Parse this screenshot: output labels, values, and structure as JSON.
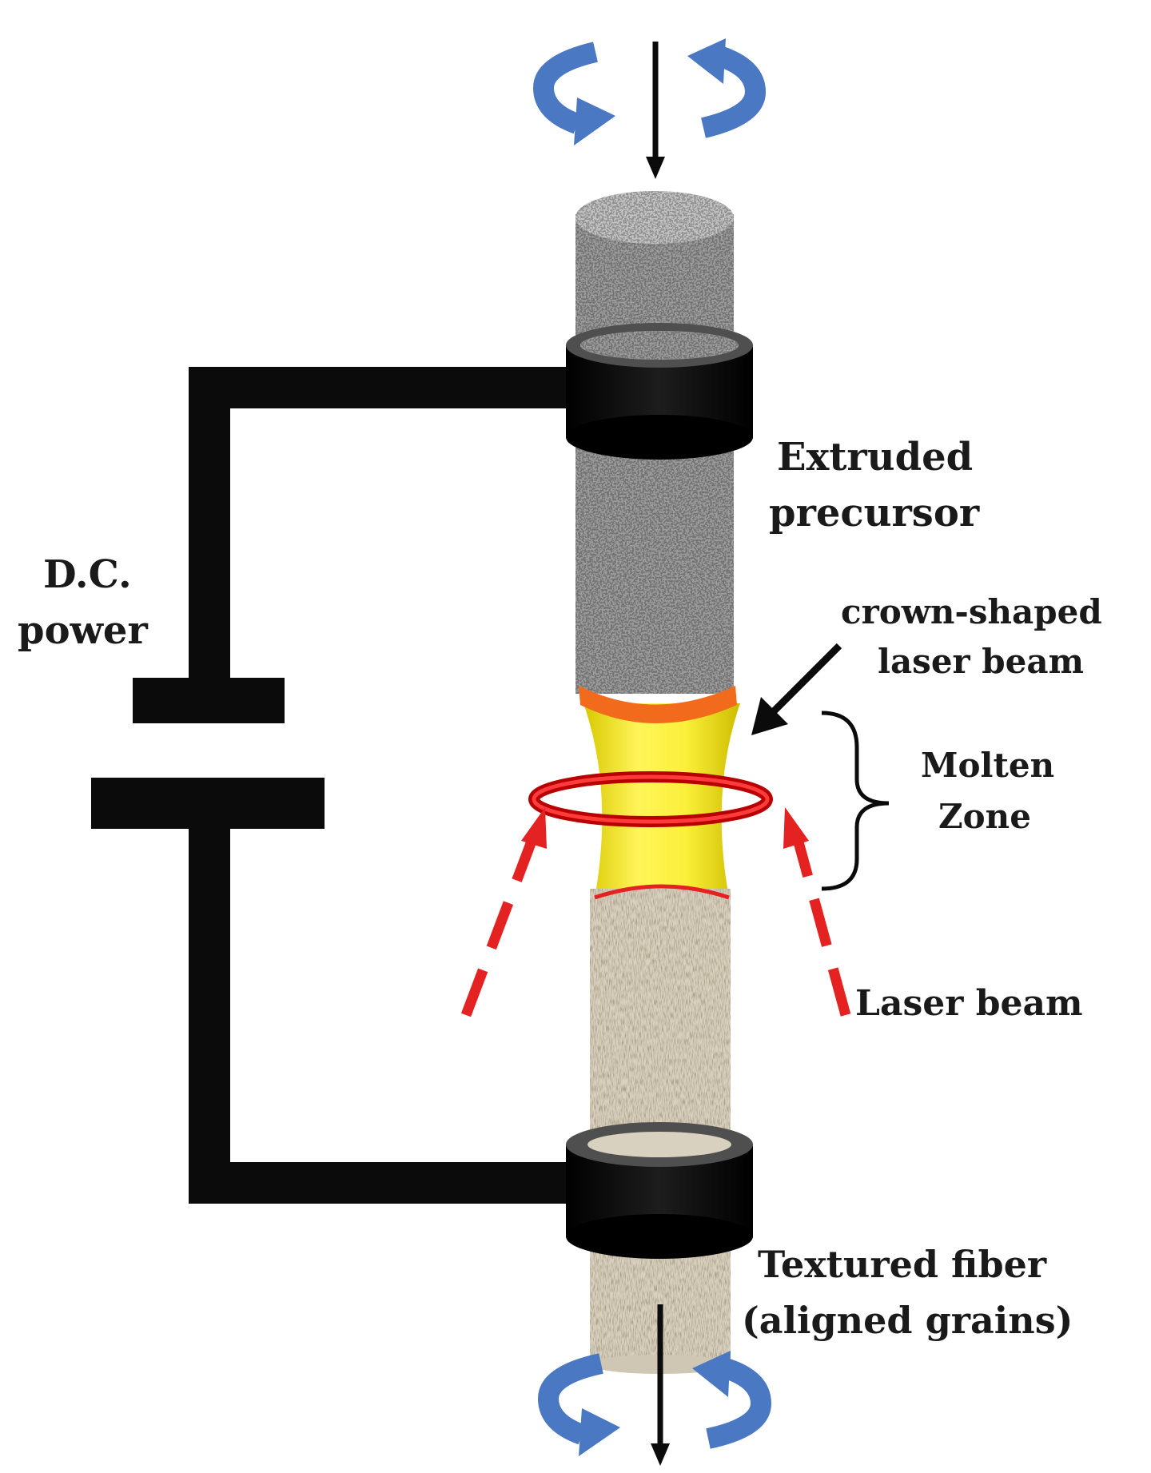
{
  "labels": {
    "extruded_line1": "Extruded",
    "extruded_line2": "precursor",
    "dc_line1": "D.C.",
    "dc_line2": "power",
    "crown_line1": "crown-shaped",
    "crown_line2": "laser beam",
    "molten_line1": "Molten",
    "molten_line2": "Zone",
    "laser_beam": "Laser beam",
    "textured_line1": "Textured fiber",
    "textured_line2": "(aligned grains)"
  },
  "colors": {
    "rotation_arrow": "#4a78c2",
    "wire": "#0b0b0b",
    "clamp": "#111111",
    "clamp_rim": "#555555",
    "precursor": "#9c9c9c",
    "molten_zone": "#f5ec1a",
    "interface_top": "#f26b1d",
    "laser": "#e52222",
    "textured_fiber": "#d9d1bf"
  },
  "icons": {
    "top_rotation": "rotation-arrows-icon",
    "bottom_rotation": "rotation-arrows-icon"
  }
}
